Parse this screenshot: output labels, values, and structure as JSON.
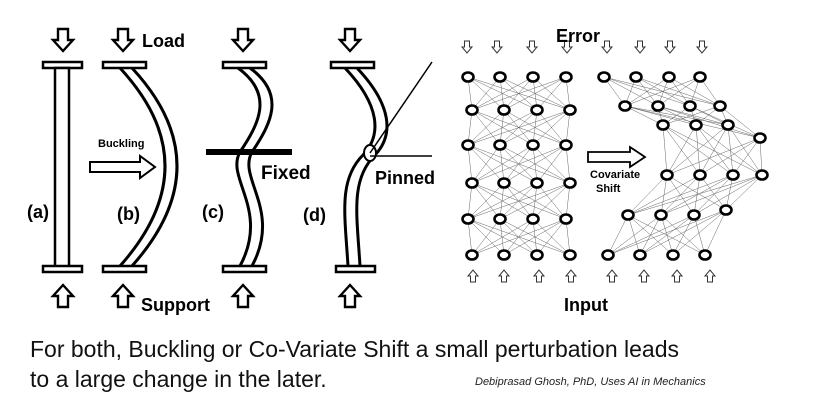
{
  "labels": {
    "load": "Load",
    "support": "Support",
    "buckling": "Buckling",
    "fixed": "Fixed",
    "pinned": "Pinned",
    "a": "(a)",
    "b": "(b)",
    "c": "(c)",
    "d": "(d)",
    "error": "Error",
    "input": "Input",
    "covariate_line1": "Covariate",
    "covariate_line2": "Shift"
  },
  "caption": {
    "line1": "For both, Buckling or Co-Variate Shift a small perturbation  leads",
    "line2": "to a large change in the later."
  },
  "credit": "Debiprasad Ghosh, PhD, Uses AI in Mechanics"
}
